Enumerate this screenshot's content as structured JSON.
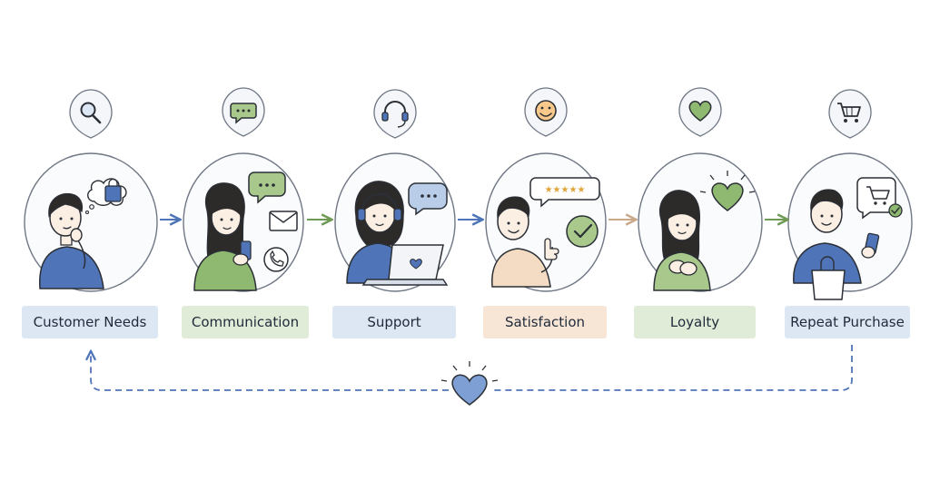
{
  "steps": [
    {
      "label": "Customer Needs",
      "icon": "magnifier-icon",
      "color": "#dde7f3"
    },
    {
      "label": "Communication",
      "icon": "chat-bubble-icon",
      "color": "#e1ecd8"
    },
    {
      "label": "Support",
      "icon": "headset-icon",
      "color": "#dde7f3"
    },
    {
      "label": "Satisfaction",
      "icon": "smiley-icon",
      "color": "#f7e6d6"
    },
    {
      "label": "Loyalty",
      "icon": "heart-icon",
      "color": "#e1ecd8"
    },
    {
      "label": "Repeat Purchase",
      "icon": "shopping-cart-icon",
      "color": "#dde7f3"
    }
  ],
  "review_stars": "★★★★★",
  "colors": {
    "blue": "#4f74b8",
    "blue_light": "#b9cde8",
    "green": "#6f9a55",
    "green_light": "#a9c98c",
    "peach": "#f3dcc3",
    "outline": "#2b2f36",
    "circle_stroke": "#6f7784",
    "skin": "#fbeee3",
    "hair": "#2d2a2a"
  },
  "loop": {
    "icon": "heart-icon"
  }
}
